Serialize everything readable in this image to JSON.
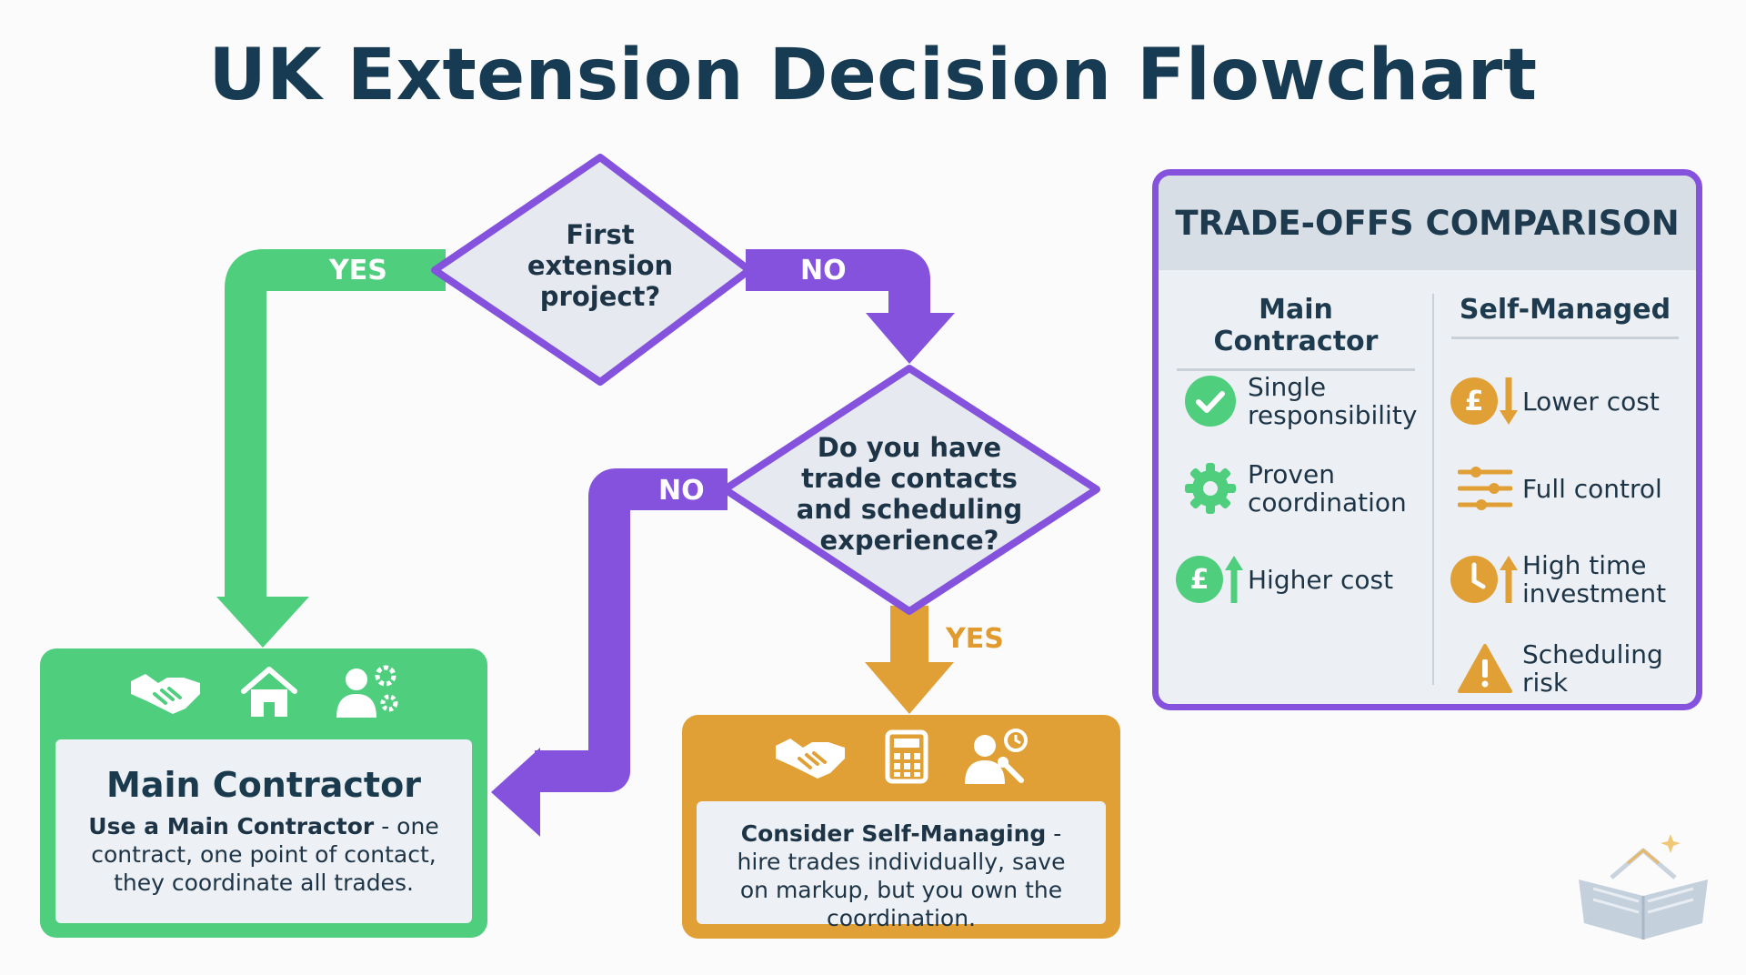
{
  "title": "UK Extension Decision Flowchart",
  "decisions": {
    "first": [
      "First",
      "extension",
      "project?"
    ],
    "second": [
      "Do you have",
      "trade contacts",
      "and scheduling",
      "experience?"
    ]
  },
  "labels": {
    "first_yes": "YES",
    "first_no": "NO",
    "second_no": "NO",
    "second_yes": "YES"
  },
  "main_contractor_card": {
    "icons": [
      "handshake-icon",
      "house-icon",
      "person-gear-icon"
    ],
    "heading": "Main Contractor",
    "body_bold": "Use a Main Contractor",
    "body_rest": " - one contract, one point of contact, they coordinate all trades."
  },
  "self_managing_card": {
    "icons": [
      "handshake-icon",
      "calculator-icon",
      "person-clock-icon"
    ],
    "body_bold": "Consider Self-Managing",
    "body_rest": " - hire trades individually, save on markup, but you own the coordination."
  },
  "tradeoffs": {
    "title": "TRADE-OFFS COMPARISON",
    "main_contractor": {
      "heading": "Main Contractor",
      "items": [
        {
          "icon": "check-circle-icon",
          "text": "Single responsibility"
        },
        {
          "icon": "gear-icon",
          "text": "Proven coordination"
        },
        {
          "icon": "pound-up-icon",
          "text": "Higher cost"
        }
      ]
    },
    "self_managed": {
      "heading": "Self-Managed",
      "items": [
        {
          "icon": "pound-down-icon",
          "text": "Lower cost"
        },
        {
          "icon": "sliders-icon",
          "text": "Full control"
        },
        {
          "icon": "clock-up-icon",
          "text": "High time investment"
        },
        {
          "icon": "warning-icon",
          "text": "Scheduling risk"
        }
      ]
    }
  },
  "colors": {
    "green": "#4fce7e",
    "purple": "#8452dd",
    "orange": "#e1a036",
    "navy": "#173b52"
  }
}
